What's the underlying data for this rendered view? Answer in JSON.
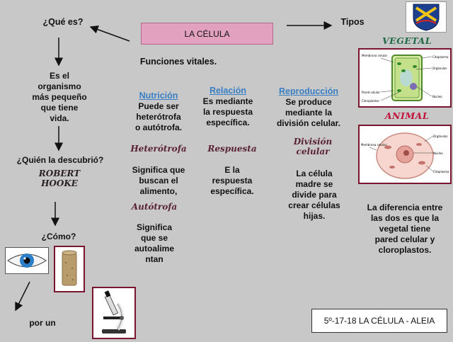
{
  "title": "LA CÉLULA",
  "que_es": "¿Qué es?",
  "tipos": "Tipos",
  "funciones": "Funciones vitales.",
  "definicion": [
    "Es el",
    "organismo",
    "más pequeño",
    "que tiene",
    "vida."
  ],
  "quien": "¿Quién la descubrió?",
  "descubridor": [
    "ROBERT",
    "HOOKE"
  ],
  "como": "¿Cómo?",
  "por_un": "por un",
  "nutricion": {
    "head": "Nutrición",
    "text": [
      "Puede ser",
      "heterótrofa",
      "o autótrofa."
    ],
    "hetero_head": "Heterótrofa",
    "hetero_text": [
      "Significa que",
      "buscan el",
      "alimento,"
    ],
    "auto_head": "Autótrofa",
    "auto_text": [
      "Significa",
      "que se",
      "autoalime",
      "ntan"
    ]
  },
  "relacion": {
    "head": "Relación",
    "text": [
      "Es mediante",
      "la respuesta",
      "específica."
    ],
    "sub_head": "Respuesta",
    "sub_text": [
      "E la",
      "respuesta",
      "específica."
    ]
  },
  "reproduccion": {
    "head": "Reproducción",
    "text": [
      "Se produce",
      "mediante la",
      "división celular."
    ],
    "sub_head": [
      "División",
      "celular"
    ],
    "sub_text": [
      "La célula",
      "madre se",
      "divide para",
      "crear células",
      "hijas."
    ]
  },
  "vegetal": {
    "head": "VEGETAL",
    "labels": [
      "Membrana celular",
      "Citoplasma",
      "Orgánulos",
      "Pared celular",
      "Núcleo",
      "Cloroplastos"
    ]
  },
  "animal": {
    "head": "ANIMAL",
    "labels": [
      "Orgánulos",
      "Membrana celular",
      "Núcleo",
      "Citoplasma"
    ]
  },
  "diferencia": [
    "La diferencia entre",
    "las dos es que la",
    "vegetal tiene",
    "pared celular y",
    "cloroplastos."
  ],
  "footer": "5º-17-18 LA CÉLULA - ALEIA",
  "colors": {
    "background": "#c8c8c8",
    "title_box": "#e2a2bf",
    "frame": "#7a1530",
    "link_blue": "#3a7fc3",
    "animal_red": "#c0123a",
    "vegetal_green": "#1f6a46"
  }
}
